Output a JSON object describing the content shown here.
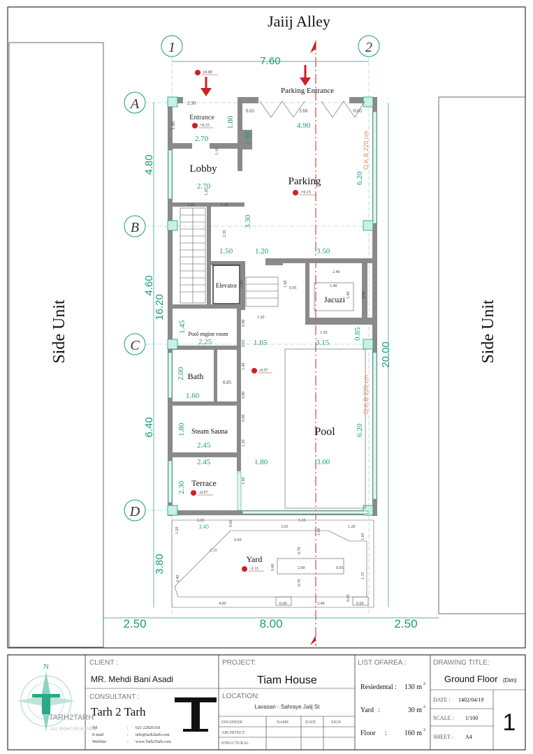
{
  "street": "Jaiij Alley",
  "side_left": "Side Unit",
  "side_right": "Side Unit",
  "axes": {
    "cols": [
      "1",
      "2"
    ],
    "rows": [
      "A",
      "B",
      "C",
      "D"
    ]
  },
  "rooms": {
    "entrance": "Entrance",
    "lobby": "Lobby",
    "parking": "Parking",
    "parking_entrance": "Parking Entrance",
    "elevator": "Elevator",
    "jacuzzi": "Jacuzi",
    "pool_engine": "Pool engine room",
    "bath": "Bath",
    "steam_sauna": "Steam Sauna",
    "pool": "Pool",
    "terrace": "Terrace",
    "yard": "Yard"
  },
  "levels": {
    "street": "±0.00",
    "entrance": "+0.15",
    "parking": "+0.15",
    "pool": "-0.57",
    "terrace": "-0.57",
    "yard": "-1.11"
  },
  "okb": "O.K.B 220 cm",
  "dims": {
    "top_width": "7.60",
    "d230": "2.30",
    "d065a": "0.65",
    "d360": "3.60",
    "d065b": "0.65",
    "d490": "4.90",
    "d180v": "1.80",
    "d140v": "1.40",
    "d270a": "2.70",
    "d290v": "2.90",
    "d110v": "1.10",
    "d270b": "2.70",
    "d620a": "6.20",
    "d120v": "1.20",
    "d120a": "1.20",
    "d130": "1.30",
    "d330v": "3.30",
    "d230v": "2.30",
    "d150a": "1.50",
    "d120b": "1.20",
    "d350": "3.50",
    "d240a": "2.40",
    "d140a": "1.40",
    "d180v2": "1.80",
    "d160v": "1.60",
    "d095": "0.95",
    "d140v2": "1.40",
    "d240v": "2.40",
    "d120c": "1.20",
    "d150b": "1.50",
    "d145v": "1.45",
    "d090v": "0.90",
    "d065v": "0.65",
    "d225": "2.25",
    "d165": "1.65",
    "d315": "3.15",
    "d085v": "0.85",
    "d200v": "2.00",
    "d085": "0.85",
    "d140v3": "1.40",
    "d160": "1.60",
    "d080v": "0.80",
    "d620b": "6.20",
    "d180v3": "1.80",
    "d090v2": "0.90",
    "d245a": "2.45",
    "d120v2": "1.20",
    "d245b": "2.45",
    "d180": "1.80",
    "d300": "3.00",
    "d230v2": "2.30",
    "d160v2": "1.60",
    "d265": "2.65",
    "d245c": "2.45",
    "d060v": "0.60",
    "d535": "5.35",
    "d395": "3.95",
    "d160v3": "1.60",
    "d120d": "1.20",
    "d120v3": "1.20",
    "d165v": "1.65",
    "d060a": "0.60",
    "d215": "2.15",
    "d070v": "0.70",
    "d060v2": "0.60",
    "d200": "2.00",
    "d095b": "0.95",
    "d135v": "1.35",
    "d240v2": "2.40",
    "d070v2": "0.70",
    "d400": "4.00",
    "d060b": "0.60",
    "d240b": "2.40",
    "d060c": "0.60",
    "d060d": "0.60",
    "left_480": "4.80",
    "left_460": "4.60",
    "left_1620": "16.20",
    "left_640": "6.40",
    "left_380": "3.80",
    "right_2000": "20.00",
    "bottom_left": "2.50",
    "bottom_mid": "8.00",
    "bottom_right": "2.50"
  },
  "titleblock": {
    "client_label": "CLIENT :",
    "client": "MR. Mehdi Bani Asadi",
    "consultant_label": "CONSULTANT :",
    "consultant": "Tarh 2 Tarh",
    "tel_label": "Tel",
    "tel": "021-22826318",
    "email_label": "E-mail",
    "email": "info@tarh2tarh.com",
    "website_label": "WebSite",
    "website": "www.Tarh2Tarh.com",
    "logo_text": "TARH2TARH",
    "logo_sub": "ALL RIGHT RESERVED",
    "project_label": "PROJECT:",
    "project": "Tiam House",
    "location_label": "LOCATION:",
    "location": "Lavasan - Sahraye Jaiij St",
    "sig_headers": [
      "ENGINEER",
      "NAME",
      "DATE",
      "SIGN"
    ],
    "sig_rows": [
      "ARCHITECT",
      "STRUCTURAL"
    ],
    "area_label": "LIST OFAREA :",
    "areas": [
      {
        "name": "Resiedental :",
        "value": "130 m"
      },
      {
        "name": "Yard",
        "value": "30 m"
      },
      {
        "name": "Floor",
        "value": "160 m"
      }
    ],
    "sup2": "2",
    "drawing_label": "DRAWING TITLE:",
    "drawing_title": "Ground Floor",
    "drawing_suffix": "(Dim)",
    "date_label": "DATE :",
    "date": "1402/04/19",
    "scale_label": "SCALE :",
    "scale": "1/100",
    "sheet_label": "SHEET :",
    "sheet": "A4",
    "sheet_number": "1",
    "north": "N"
  }
}
